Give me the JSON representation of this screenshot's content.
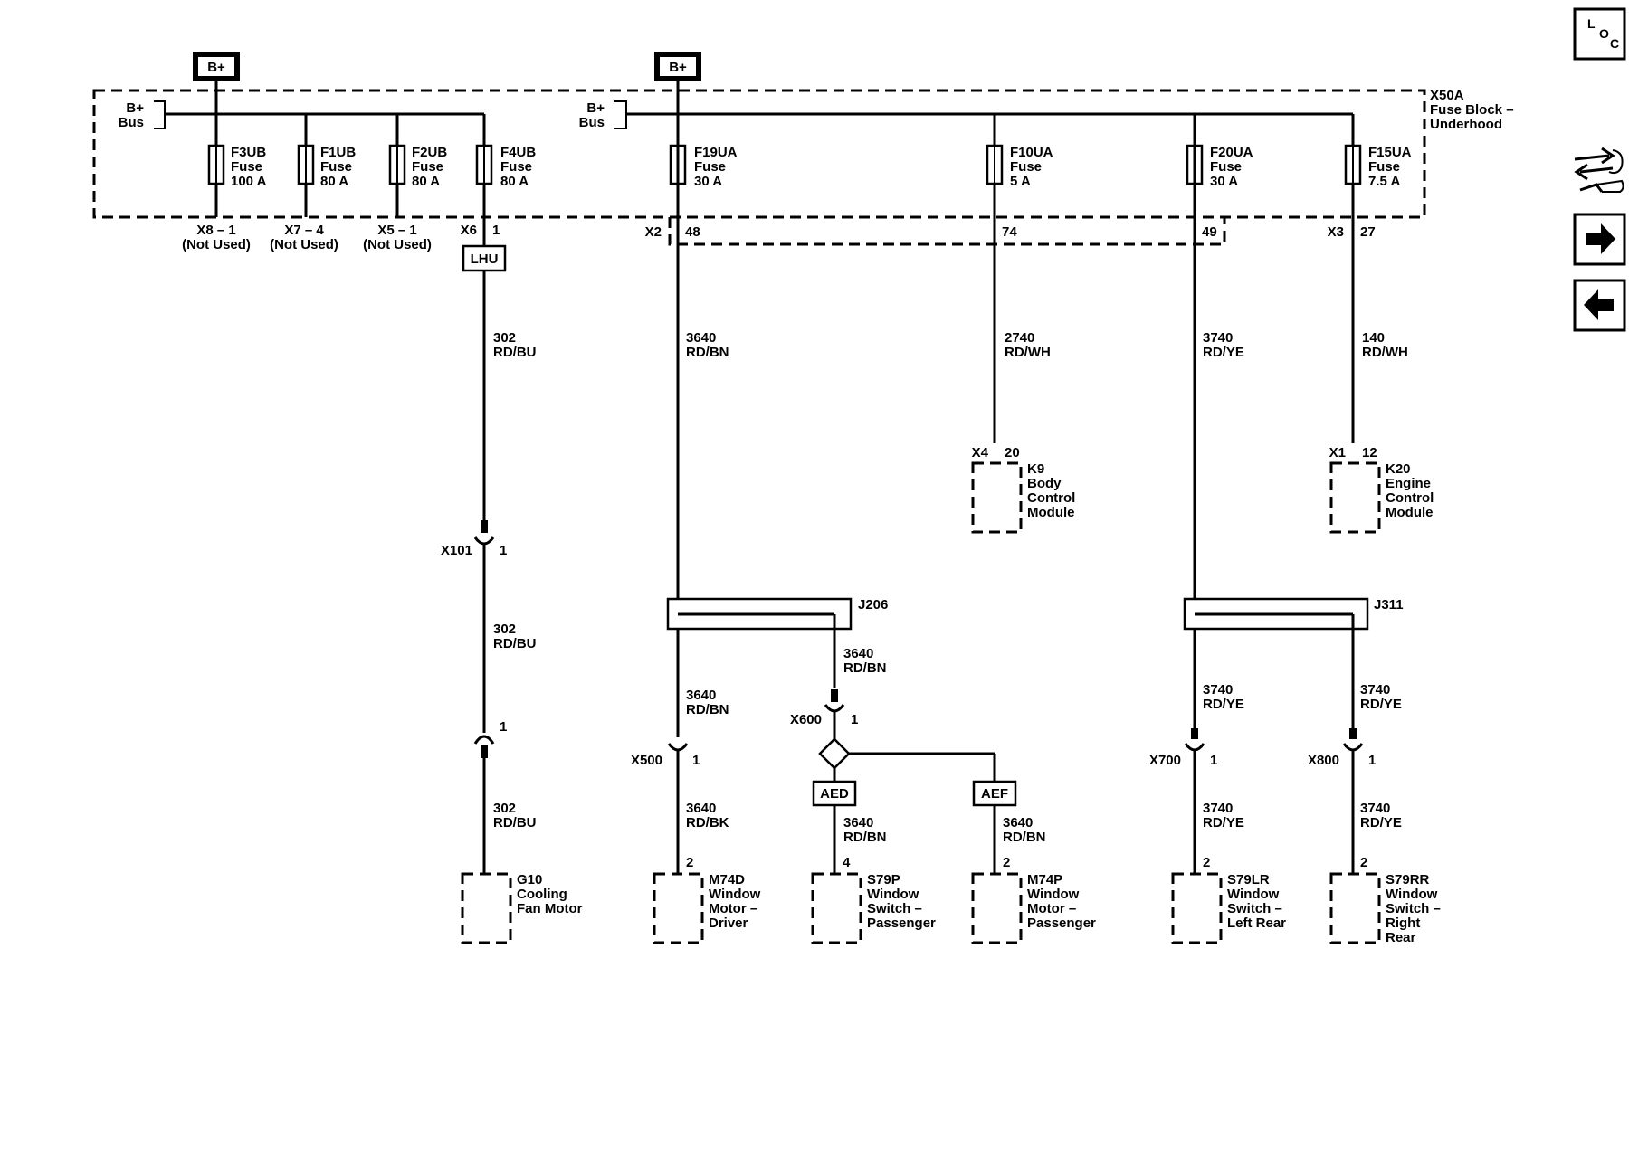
{
  "fuse_block": {
    "name_line1": "X50A",
    "name_line2": "Fuse Block –",
    "name_line3": "Underhood"
  },
  "bplus": {
    "left_badge": "B+",
    "right_badge": "B+",
    "bus_left_1": "B+",
    "bus_left_2": "Bus",
    "bus_right_1": "B+",
    "bus_right_2": "Bus"
  },
  "fuses": {
    "f3ub": {
      "name": "F3UB",
      "type": "Fuse",
      "rating": "100 A",
      "conn": "X8 – 1",
      "note": "(Not Used)"
    },
    "f1ub": {
      "name": "F1UB",
      "type": "Fuse",
      "rating": "80 A",
      "conn": "X7 – 4",
      "note": "(Not Used)"
    },
    "f2ub": {
      "name": "F2UB",
      "type": "Fuse",
      "rating": "80 A",
      "conn": "X5 – 1",
      "note": "(Not Used)"
    },
    "f4ub": {
      "name": "F4UB",
      "type": "Fuse",
      "rating": "80 A",
      "conn": "X6",
      "pin": "1"
    },
    "f19ua": {
      "name": "F19UA",
      "type": "Fuse",
      "rating": "30 A",
      "conn": "X2",
      "pin": "48"
    },
    "f10ua": {
      "name": "F10UA",
      "type": "Fuse",
      "rating": "5 A",
      "pin": "74"
    },
    "f20ua": {
      "name": "F20UA",
      "type": "Fuse",
      "rating": "30 A",
      "pin": "49"
    },
    "f15ua": {
      "name": "F15UA",
      "type": "Fuse",
      "rating": "7.5 A",
      "conn": "X3",
      "pin": "27"
    }
  },
  "wires": {
    "w302a": {
      "num": "302",
      "color": "RD/BU"
    },
    "w302b": {
      "num": "302",
      "color": "RD/BU"
    },
    "w302c": {
      "num": "302",
      "color": "RD/BU"
    },
    "w3640a": {
      "num": "3640",
      "color": "RD/BN"
    },
    "w3640b": {
      "num": "3640",
      "color": "RD/BN"
    },
    "w3640c": {
      "num": "3640",
      "color": "RD/BN"
    },
    "w3640d": {
      "num": "3640",
      "color": "RD/BK"
    },
    "w3640e": {
      "num": "3640",
      "color": "RD/BN"
    },
    "w3640f": {
      "num": "3640",
      "color": "RD/BN"
    },
    "w2740": {
      "num": "2740",
      "color": "RD/WH"
    },
    "w3740a": {
      "num": "3740",
      "color": "RD/YE"
    },
    "w3740b": {
      "num": "3740",
      "color": "RD/YE"
    },
    "w3740c": {
      "num": "3740",
      "color": "RD/YE"
    },
    "w3740d": {
      "num": "3740",
      "color": "RD/YE"
    },
    "w3740e": {
      "num": "3740",
      "color": "RD/YE"
    },
    "w140": {
      "num": "140",
      "color": "RD/WH"
    }
  },
  "connectors": {
    "lhu": "LHU",
    "x101": "X101",
    "x101_pin": "1",
    "g10_upper_pin": "1",
    "x500": "X500",
    "x500_pin": "1",
    "x600": "X600",
    "x600_pin": "1",
    "aed": "AED",
    "aef": "AEF",
    "x700": "X700",
    "x700_pin": "1",
    "x800": "X800",
    "x800_pin": "1",
    "j206": "J206",
    "j311": "J311"
  },
  "components": {
    "k9": {
      "conn": "X4",
      "pin": "20",
      "line1": "K9",
      "line2": "Body",
      "line3": "Control",
      "line4": "Module"
    },
    "k20": {
      "conn": "X1",
      "pin": "12",
      "line1": "K20",
      "line2": "Engine",
      "line3": "Control",
      "line4": "Module"
    },
    "g10": {
      "line1": "G10",
      "line2": "Cooling",
      "line3": "Fan Motor"
    },
    "m74d": {
      "pin": "2",
      "line1": "M74D",
      "line2": "Window",
      "line3": "Motor –",
      "line4": "Driver"
    },
    "s79p": {
      "pin": "4",
      "line1": "S79P",
      "line2": "Window",
      "line3": "Switch –",
      "line4": "Passenger"
    },
    "m74p": {
      "pin": "2",
      "line1": "M74P",
      "line2": "Window",
      "line3": "Motor –",
      "line4": "Passenger"
    },
    "s79lr": {
      "pin": "2",
      "line1": "S79LR",
      "line2": "Window",
      "line3": "Switch –",
      "line4": "Left Rear"
    },
    "s79rr": {
      "pin": "2",
      "line1": "S79RR",
      "line2": "Window",
      "line3": "Switch –",
      "line4": "Right",
      "line5": "Rear"
    }
  },
  "nav": {
    "loc_l": "L",
    "loc_o": "O",
    "loc_c": "C",
    "icons": [
      "loc-icon",
      "connector-pinout-icon",
      "forward-arrow-icon",
      "back-arrow-icon"
    ]
  }
}
